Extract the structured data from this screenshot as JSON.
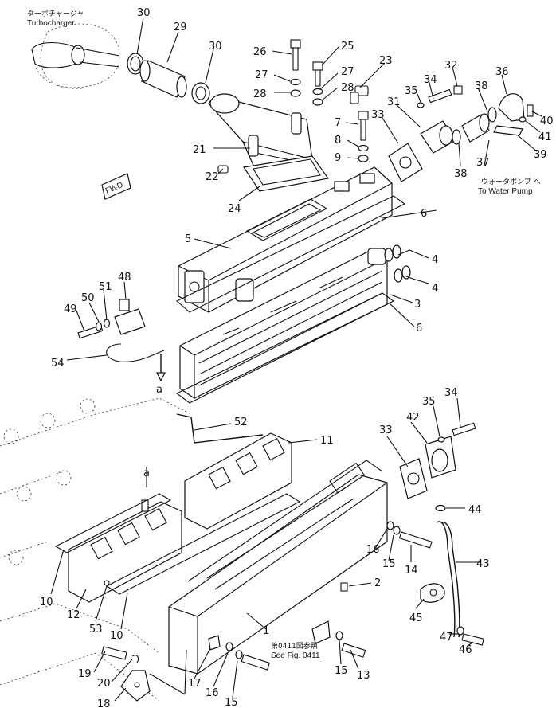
{
  "turbocharger_label_jp": "ターボチャージャ",
  "turbocharger_label_en": "Turbocharger",
  "water_pump_label_jp": "ウォータポンプ へ",
  "water_pump_label_en": "To Water Pump",
  "see_fig_jp": "第0411図参照",
  "see_fig_en": "See Fig. 0411",
  "fwd_label": "FWD",
  "view_marker": "a",
  "part_numbers": [
    "1",
    "2",
    "3",
    "4",
    "5",
    "6",
    "7",
    "8",
    "9",
    "10",
    "11",
    "12",
    "13",
    "14",
    "15",
    "16",
    "17",
    "18",
    "19",
    "20",
    "21",
    "22",
    "23",
    "24",
    "25",
    "26",
    "27",
    "28",
    "29",
    "30",
    "31",
    "32",
    "33",
    "34",
    "35",
    "36",
    "37",
    "38",
    "39",
    "40",
    "41",
    "42",
    "43",
    "44",
    "45",
    "46",
    "47",
    "48",
    "49",
    "50",
    "51",
    "52",
    "53",
    "54"
  ]
}
